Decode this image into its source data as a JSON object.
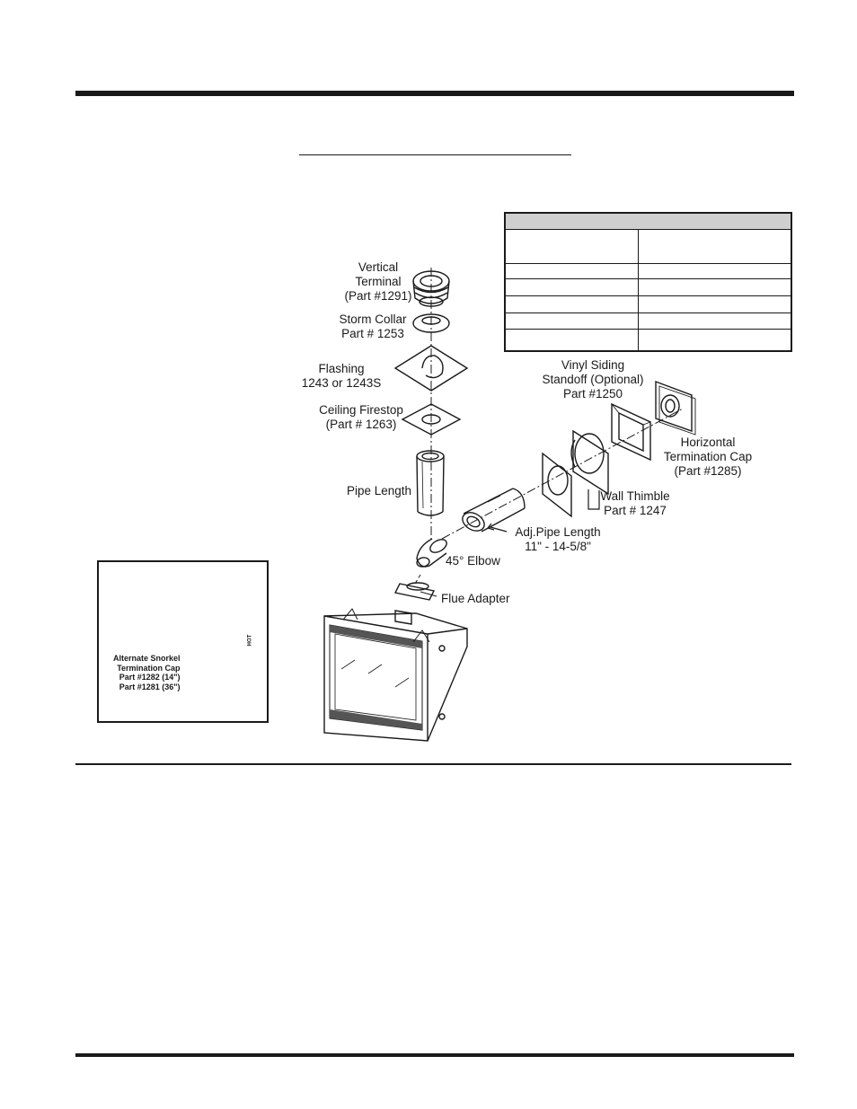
{
  "labels": {
    "vertical_terminal": [
      "Vertical",
      "Terminal",
      "(Part #1291)"
    ],
    "storm_collar": [
      "Storm Collar",
      "Part # 1253"
    ],
    "flashing": [
      "Flashing",
      "1243 or 1243S"
    ],
    "ceiling_firestop": [
      "Ceiling Firestop",
      "(Part # 1263)"
    ],
    "pipe_length": "Pipe Length",
    "elbow": "45° Elbow",
    "flue_adapter": "Flue Adapter",
    "adj_pipe": [
      "Adj.Pipe Length",
      "11\" - 14-5/8\""
    ],
    "wall_thimble": [
      "Wall Thimble",
      "Part # 1247"
    ],
    "vinyl_siding": [
      "Vinyl Siding",
      "Standoff (Optional)",
      "Part #1250"
    ],
    "horizontal_cap": [
      "Horizontal",
      "Termination Cap",
      "(Part #1285)"
    ],
    "snorkel": [
      "Alternate Snorkel",
      "Termination Cap",
      "Part #1282 (14\")",
      "Part #1281 (36\")"
    ],
    "hot": "HOT"
  },
  "colors": {
    "ink": "#1a1a1a",
    "table_header": "#cfcfcf",
    "shade": "#9a9a9a"
  }
}
